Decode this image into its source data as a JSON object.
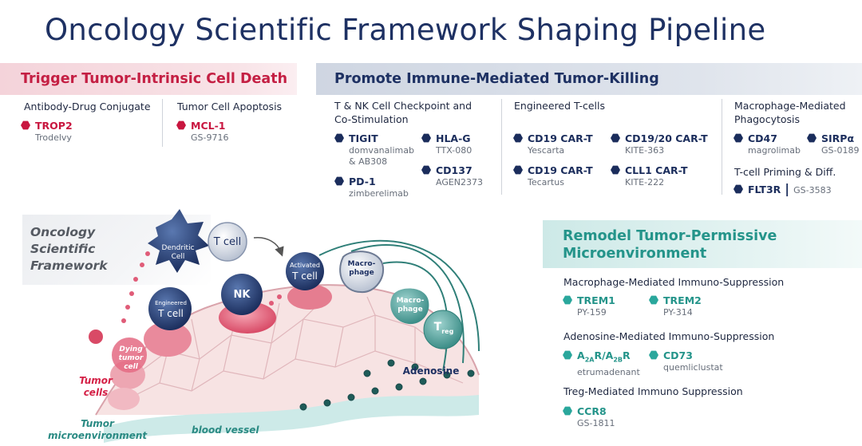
{
  "title": "Oncology Scientific Framework Shaping Pipeline",
  "sections": {
    "trigger": {
      "heading": "Trigger Tumor-Intrinsic Cell Death",
      "columns": [
        {
          "header": "Antibody-Drug Conjugate",
          "items": [
            {
              "name": "TROP2",
              "sub": "Trodelvy"
            }
          ]
        },
        {
          "header": "Tumor Cell Apoptosis",
          "items": [
            {
              "name": "MCL-1",
              "sub": "GS-9716"
            }
          ]
        }
      ]
    },
    "promote": {
      "heading": "Promote Immune-Mediated Tumor-Killing",
      "checkpoint": {
        "header": "T & NK Cell Checkpoint and Co-Stimulation",
        "items": [
          {
            "name": "TIGIT",
            "sub": "domvanalimab",
            "sub2": "& AB308"
          },
          {
            "name": "HLA-G",
            "sub": "TTX-080"
          },
          {
            "name": "PD-1",
            "sub": "zimberelimab"
          },
          {
            "name": "CD137",
            "sub": "AGEN2373"
          }
        ]
      },
      "engineered": {
        "header": "Engineered T-cells",
        "items": [
          {
            "name": "CD19 CAR-T",
            "sub": "Yescarta"
          },
          {
            "name": "CD19/20 CAR-T",
            "sub": "KITE-363"
          },
          {
            "name": "CD19 CAR-T",
            "sub": "Tecartus"
          },
          {
            "name": "CLL1 CAR-T",
            "sub": "KITE-222"
          }
        ]
      },
      "macrophage": {
        "header": "Macrophage-Mediated Phagocytosis",
        "items": [
          {
            "name": "CD47",
            "sub": "magrolimab"
          },
          {
            "name": "SIRPα",
            "sub": "GS-0189"
          }
        ],
        "priming_header": "T-cell Priming & Diff.",
        "priming_item": {
          "name": "FLT3R",
          "separator": "|",
          "sub": "GS-3583"
        }
      }
    },
    "remodel": {
      "heading": "Remodel Tumor-Permissive Microenvironment",
      "groups": [
        {
          "header": "Macrophage-Mediated Immuno-Suppression",
          "items": [
            {
              "name": "TREM1",
              "sub": "PY-159"
            },
            {
              "name": "TREM2",
              "sub": "PY-314"
            }
          ]
        },
        {
          "header": "Adenosine-Mediated Immuno-Suppression",
          "items": [
            {
              "name": "A2AR/A2BR",
              "sub": "etrumadenant"
            },
            {
              "name": "CD73",
              "sub": "quemliclustat"
            }
          ]
        },
        {
          "header": "Treg-Mediated Immuno Suppression",
          "items": [
            {
              "name": "CCR8",
              "sub": "GS-1811"
            }
          ]
        }
      ]
    }
  },
  "framework": {
    "label": "Oncology\nScientific\nFramework",
    "cells": {
      "dendritic": "Dendritic Cell",
      "tcell": "T cell",
      "nk": "NK",
      "engineered_small": "Engineered",
      "engineered_main": "T cell",
      "activated_small": "Activated",
      "activated_main": "T cell",
      "macrophage1": "Macro-phage",
      "macrophage2": "Macro-phage",
      "treg_main": "T",
      "treg_sub": "reg",
      "dying": "Dying tumor cell",
      "adenosine": "Adenosine",
      "tumor_cells": "Tumor cells",
      "tumor_micro": "Tumor microenvironment",
      "blood_vessel": "blood vessel"
    }
  },
  "colors": {
    "navy": "#1e3163",
    "red": "#c8163f",
    "teal": "#2aa79c"
  }
}
